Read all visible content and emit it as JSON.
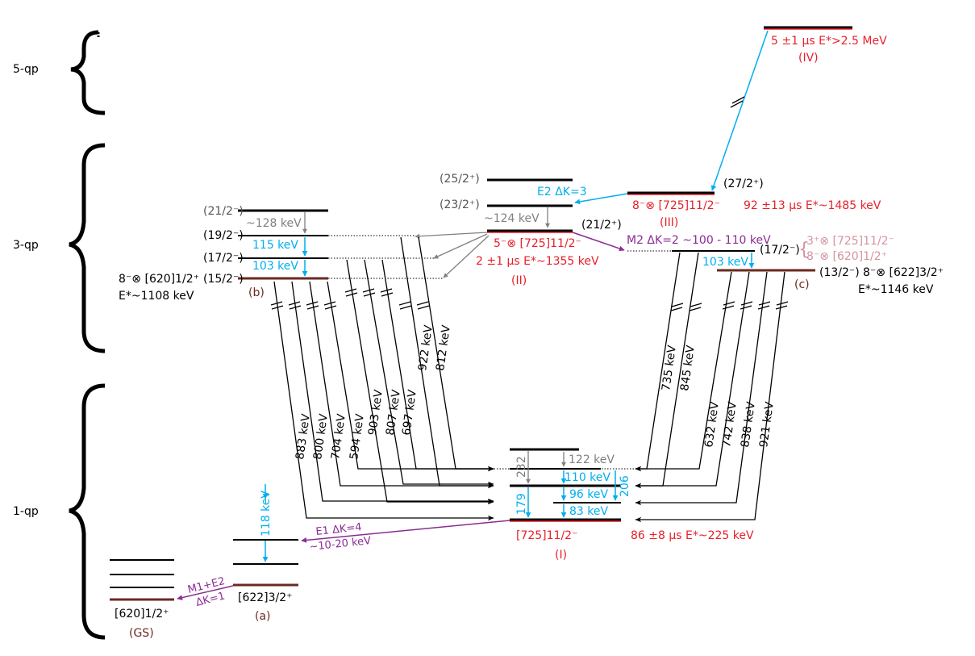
{
  "colors": {
    "red": "#e8202a",
    "blue": "#00aeef",
    "purple": "#8b2c95",
    "gray": "#808080",
    "brown": "#6b2a1f",
    "pink": "#d4949e",
    "black": "#000000"
  },
  "qp_labels": {
    "five": "5-qp",
    "three": "3-qp",
    "one": "1-qp"
  },
  "isomers": {
    "iv": {
      "halflife": "5 ±1 µs  E*>2.5 MeV",
      "label": "(IV)"
    },
    "iii": {
      "config": "8⁻⊗ [725]11/2⁻",
      "halflife": "92 ±13 µs  E*~1485 keV",
      "label": "(III)",
      "spin": "(27/2⁺)"
    },
    "ii": {
      "config": "5⁻⊗ [725]11/2⁻",
      "halflife": "2 ±1 µs  E*~1355 keV",
      "label": "(II)",
      "spin": "(21/2⁺)",
      "spin_top": "(25/2⁺)",
      "spin_mid": "(23/2⁺)"
    },
    "i": {
      "config": "[725]11/2⁻",
      "halflife": "86 ±8 µs  E*~225 keV",
      "label": "(I)"
    }
  },
  "band_b": {
    "spins": [
      "(21/2⁻)",
      "(19/2⁻)",
      "(17/2⁻)",
      "(15/2⁻)"
    ],
    "config": "8⁻⊗ [620]1/2⁺",
    "energy": "E*~1108 keV",
    "label": "(b)",
    "gammas": [
      "~128 keV",
      "115 keV",
      "103 keV"
    ]
  },
  "band_c": {
    "spin_top": "(17/2⁻)",
    "spin_head": "(13/2⁻)",
    "config": "8⁻⊗ [622]3/2⁺",
    "energy": "E*~1146 keV",
    "label": "(c)",
    "gamma": "103 keV",
    "alt_configs": [
      "3⁺⊗ [725]11/2⁻",
      "8⁻⊗ [620]1/2⁺"
    ]
  },
  "transitions": {
    "e2": "E2 ΔK=3",
    "gray124": "~124 keV",
    "m2": "M2 ΔK=2  ~100 - 110 keV",
    "e1_a": "E1 ΔK=4",
    "e1_b": "~10-20 keV",
    "m1e2_a": "M1+E2",
    "m1e2_b": "ΔK=1",
    "g118": "118 keV"
  },
  "left_gammas": [
    "883 keV",
    "800 keV",
    "704 keV",
    "594 keV",
    "903 keV",
    "807 keV",
    "697 keV",
    "922 keV",
    "812 keV"
  ],
  "right_gammas": [
    "735 keV",
    "845 keV",
    "632 keV",
    "742 keV",
    "838 keV",
    "921 keV"
  ],
  "band_i": {
    "in_band": [
      "122 keV",
      "110 keV",
      "96 keV",
      "83 keV"
    ],
    "crossover": [
      "232",
      "179",
      "206"
    ]
  },
  "gs": {
    "config": "[620]1/2⁺",
    "label": "(GS)"
  },
  "band_a": {
    "config": "[622]3/2⁺",
    "label": "(a)"
  }
}
